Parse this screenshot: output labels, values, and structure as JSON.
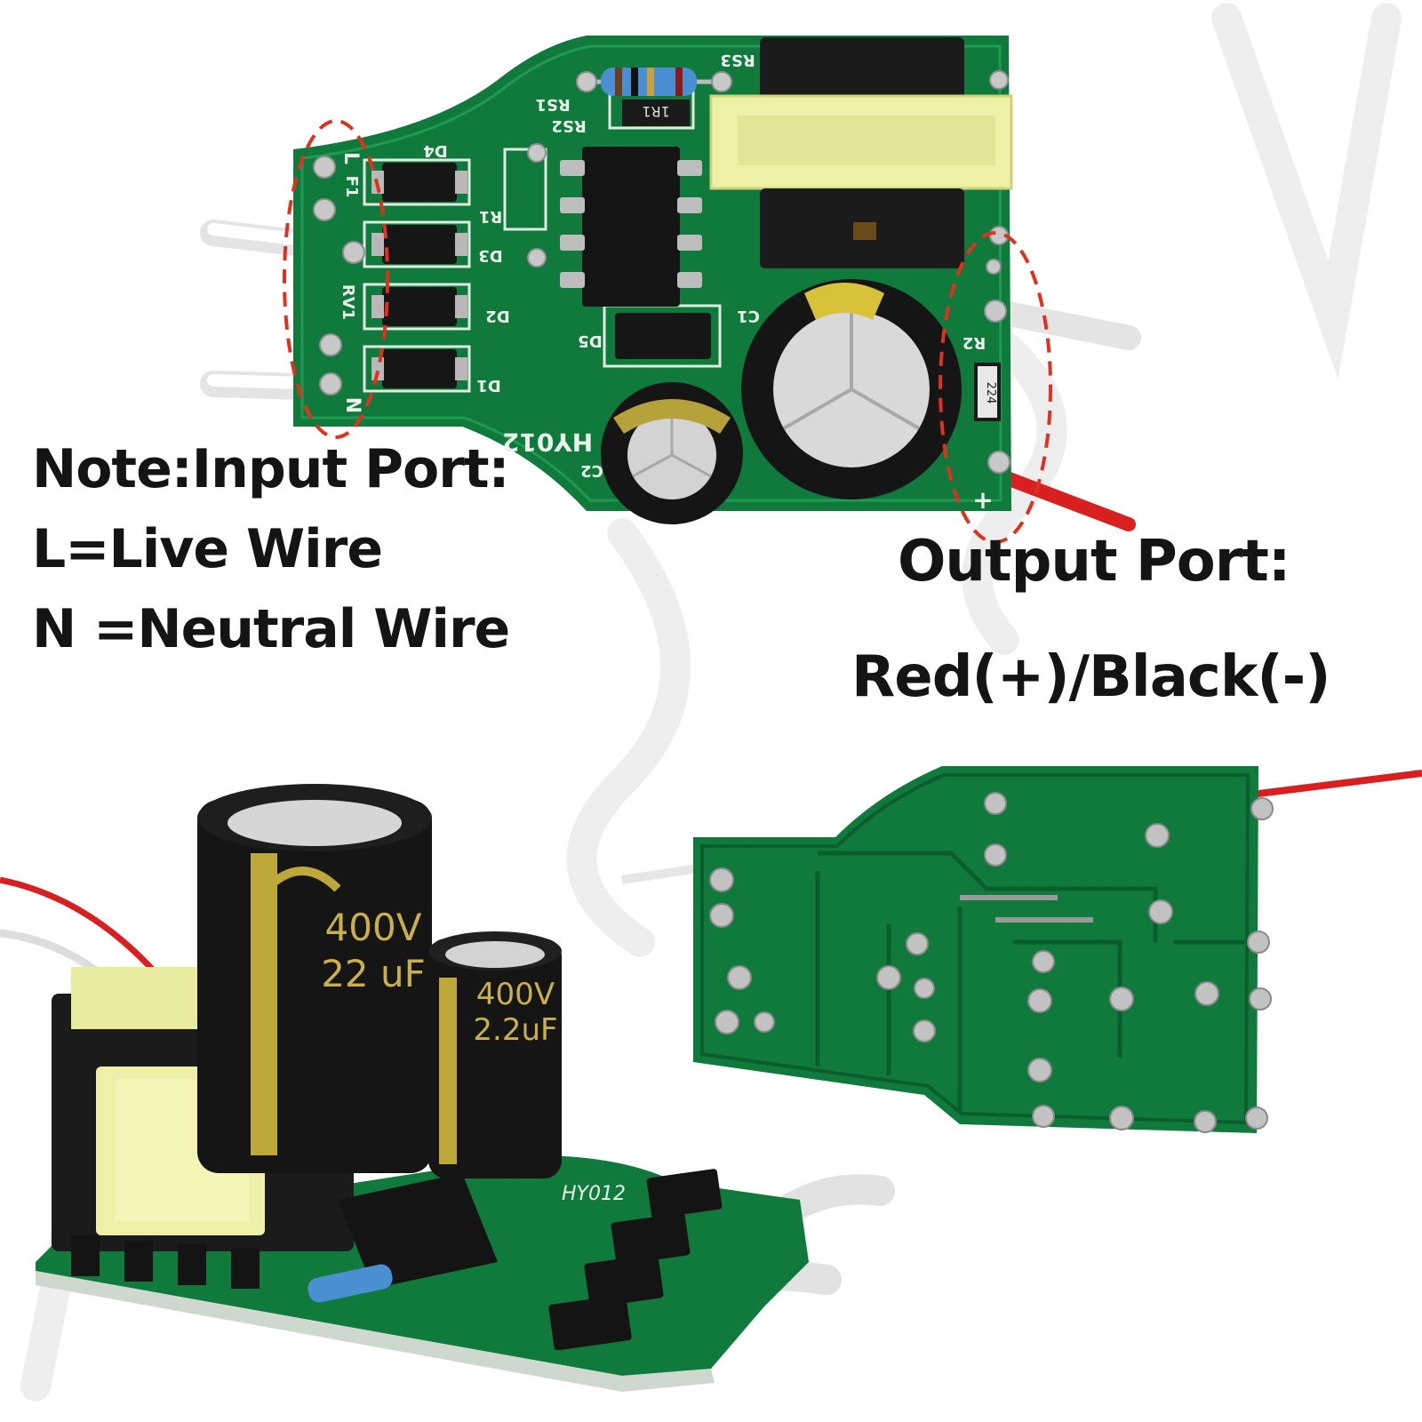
{
  "captions": {
    "input_title": "Note:Input Port:",
    "live": "L=Live Wire",
    "neutral": "N =Neutral Wire",
    "output_title": "Output Port:",
    "polarity": "Red(+)/Black(-)"
  },
  "board": {
    "model": "HY012",
    "resistor_code": "1R1",
    "smd_code": "224",
    "cap_big_voltage": "400V",
    "cap_big_value": "22 uF",
    "cap_small_voltage": "400V",
    "cap_small_value": "2.2uF",
    "pad_L": "L",
    "pad_N": "N",
    "pad_plus": "+",
    "lbl_RS1": "RS1",
    "lbl_RS2": "RS2",
    "lbl_RS3": "RS3",
    "lbl_R1": "R1",
    "lbl_R2": "R2",
    "lbl_D1": "D1",
    "lbl_D2": "D2",
    "lbl_D3": "D3",
    "lbl_D4": "D4",
    "lbl_D5": "D5",
    "lbl_C1": "C1",
    "lbl_C2": "C2",
    "lbl_F1": "F1",
    "lbl_RV1": "RV1"
  },
  "colors": {
    "pcb": "#0f7a3c",
    "pcb_dark": "#0a5e2e",
    "callout": "#e0311f",
    "wire_red": "#d92020",
    "wire_white": "#f2f2f2"
  }
}
